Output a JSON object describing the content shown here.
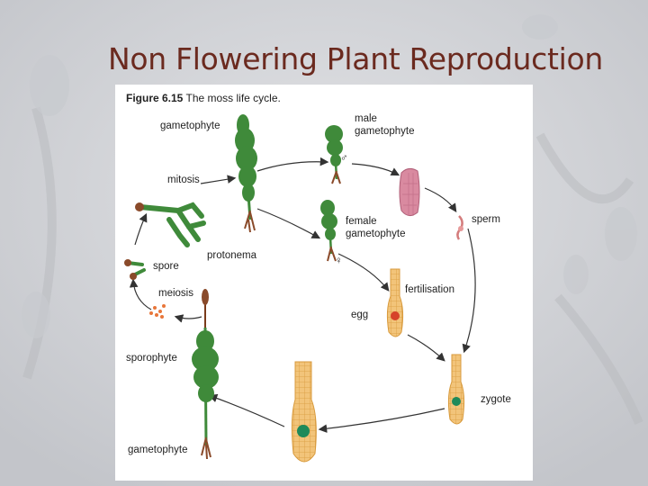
{
  "slide": {
    "title": "Non Flowering Plant Reproduction"
  },
  "figure": {
    "caption_number": "Figure 6.15",
    "caption_text": "The moss life cycle.",
    "labels": {
      "gametophyte_top": "gametophyte",
      "male_line1": "male",
      "male_line2": "gametophyte",
      "mitosis": "mitosis",
      "sperm": "sperm",
      "female_line1": "female",
      "female_line2": "gametophyte",
      "protonema": "protonema",
      "spore": "spore",
      "fertilisation": "fertilisation",
      "meiosis": "meiosis",
      "egg": "egg",
      "sporophyte": "sporophyte",
      "zygote": "zygote",
      "gametophyte_bottom": "gametophyte"
    },
    "symbols": {
      "male": "♂",
      "female": "♀"
    }
  },
  "colors": {
    "title": "#6b2a1f",
    "moss_green": "#3f8a3a",
    "rhizoid_brown": "#8a4a2a",
    "cell_orange": "#f2c47a",
    "antheridium_pink": "#d98aa0",
    "arrow": "#333333"
  }
}
